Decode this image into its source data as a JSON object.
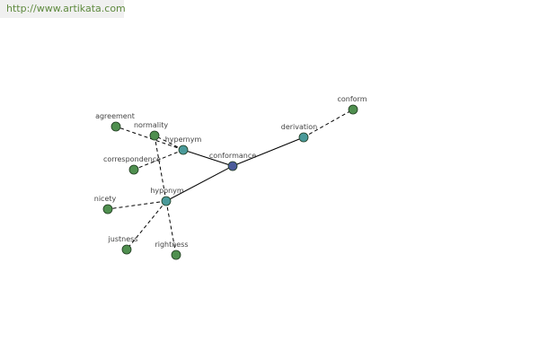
{
  "source_link": "http://www.artikata.com",
  "colors": {
    "center": "#4a5a9a",
    "relation": "#4a9a9a",
    "leaf": "#4f8f4f",
    "edge": "#000000",
    "link": "#5f8a3f"
  },
  "nodes": [
    {
      "id": "conformance",
      "label": "conformance",
      "kind": "center"
    },
    {
      "id": "hypernym",
      "label": "hypernym",
      "kind": "relation"
    },
    {
      "id": "hyponym",
      "label": "hyponym",
      "kind": "relation"
    },
    {
      "id": "derivation",
      "label": "derivation",
      "kind": "relation"
    },
    {
      "id": "conform",
      "label": "conform",
      "kind": "leaf"
    },
    {
      "id": "agreement",
      "label": "agreement",
      "kind": "leaf"
    },
    {
      "id": "normality",
      "label": "normality",
      "kind": "leaf"
    },
    {
      "id": "correspondence",
      "label": "correspondence",
      "kind": "leaf"
    },
    {
      "id": "nicety",
      "label": "nicety",
      "kind": "leaf"
    },
    {
      "id": "justness",
      "label": "justness",
      "kind": "leaf"
    },
    {
      "id": "rightness",
      "label": "rightness",
      "kind": "leaf"
    }
  ],
  "edges": [
    {
      "from": "conformance",
      "to": "hypernym",
      "style": "solid"
    },
    {
      "from": "conformance",
      "to": "hyponym",
      "style": "solid"
    },
    {
      "from": "conformance",
      "to": "derivation",
      "style": "solid"
    },
    {
      "from": "derivation",
      "to": "conform",
      "style": "dashed"
    },
    {
      "from": "hypernym",
      "to": "agreement",
      "style": "dashed"
    },
    {
      "from": "hypernym",
      "to": "normality",
      "style": "dashed"
    },
    {
      "from": "hypernym",
      "to": "correspondence",
      "style": "dashed"
    },
    {
      "from": "hyponym",
      "to": "normality",
      "style": "dashed"
    },
    {
      "from": "hyponym",
      "to": "nicety",
      "style": "dashed"
    },
    {
      "from": "hyponym",
      "to": "justness",
      "style": "dashed"
    },
    {
      "from": "hyponym",
      "to": "rightness",
      "style": "dashed"
    }
  ]
}
